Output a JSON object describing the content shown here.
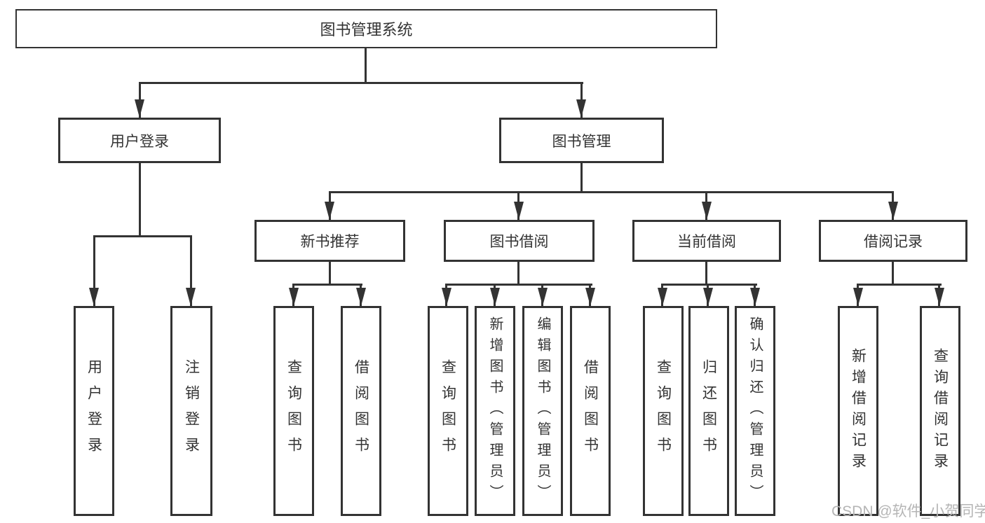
{
  "watermark": "CSDN @软件_小贺同学",
  "colors": {
    "line": "#333333",
    "text": "#333333",
    "watermark_text": "#b5b5b5",
    "background": "#ffffff"
  },
  "tree": {
    "root": "图书管理系统",
    "user": {
      "label": "用户登录",
      "children": [
        "用户登录",
        "注销登录"
      ]
    },
    "management": {
      "label": "图书管理",
      "sections": [
        {
          "label": "新书推荐",
          "children": [
            "查询图书",
            "借阅图书"
          ]
        },
        {
          "label": "图书借阅",
          "children": [
            "查询图书",
            "新增图书（管理员）",
            "编辑图书（管理员）",
            "借阅图书"
          ]
        },
        {
          "label": "当前借阅",
          "children": [
            "查询图书",
            "归还图书",
            "确认归还（管理员）"
          ]
        },
        {
          "label": "借阅记录",
          "children": [
            "新增借阅记录",
            "查询借阅记录"
          ]
        }
      ]
    }
  }
}
